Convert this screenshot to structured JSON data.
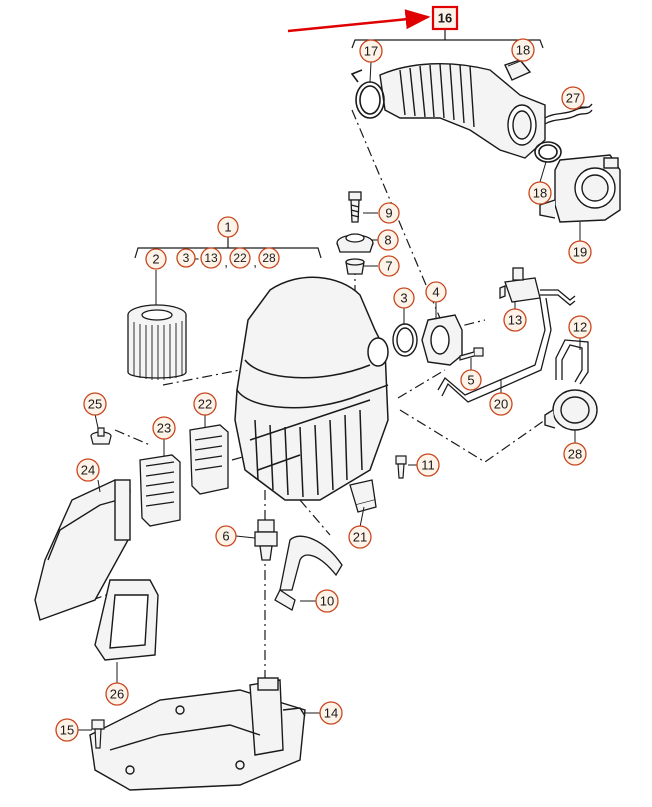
{
  "diagram": {
    "colors": {
      "callout_stroke": "#c8461e",
      "callout_fill": "#fdf3e8",
      "highlight": "#e00000",
      "line": "#1a1a1a",
      "part_fill": "#f4f4f4"
    },
    "callouts": {
      "c16": "16",
      "c17": "17",
      "c18a": "18",
      "c27": "27",
      "c18b": "18",
      "c19": "19",
      "c1": "1",
      "c9": "9",
      "c2": "2",
      "c3a": "3",
      "c13a": "13",
      "c22a": "22",
      "c28a": "28",
      "c8": "8",
      "c7": "7",
      "c3b": "3",
      "c4": "4",
      "c13b": "13",
      "c12": "12",
      "c5": "5",
      "c20": "20",
      "c25": "25",
      "c22b": "22",
      "c23": "23",
      "c24": "24",
      "c11": "11",
      "c28b": "28",
      "c6": "6",
      "c21": "21",
      "c10": "10",
      "c26": "26",
      "c14": "14",
      "c15": "15"
    },
    "separators": {
      "dash": "-",
      "comma1": ",",
      "comma2": ","
    }
  }
}
